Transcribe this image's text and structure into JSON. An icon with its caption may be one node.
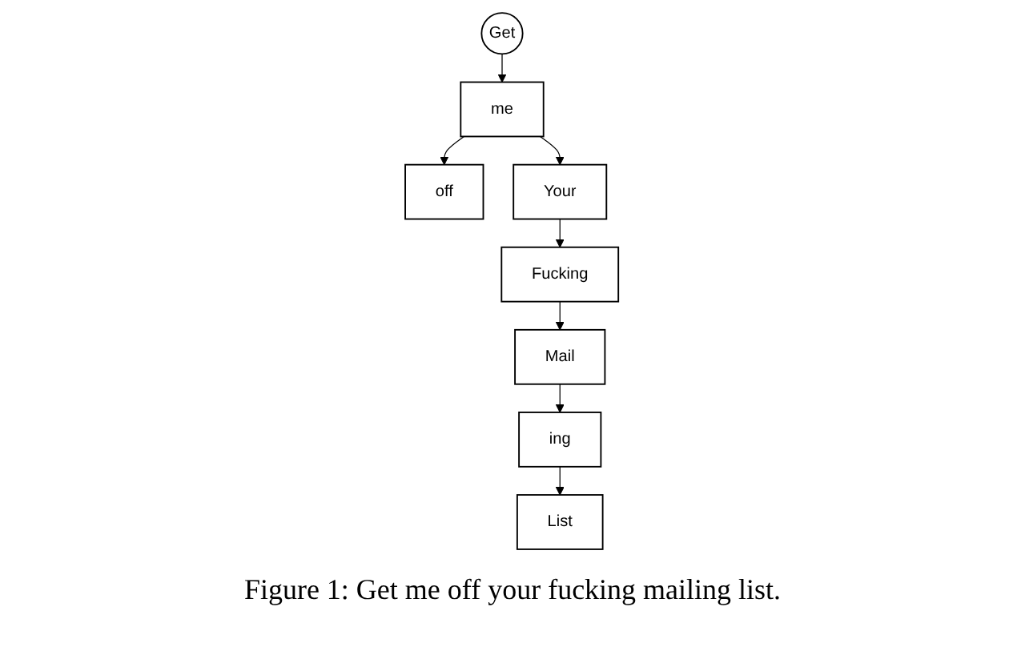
{
  "diagram": {
    "caption": "Figure 1: Get me off your fucking mailing list.",
    "nodes": [
      {
        "text": [
          "Get"
        ]
      },
      {
        "text": [
          "me"
        ]
      },
      {
        "text": [
          "off"
        ]
      },
      {
        "text": [
          "Your"
        ]
      },
      {
        "text": [
          "Fucking"
        ]
      },
      {
        "text": [
          "Mail"
        ]
      },
      {
        "text": [
          "ing"
        ]
      },
      {
        "text": [
          "List"
        ]
      }
    ],
    "edges": [
      {
        "from": 0,
        "to": 1,
        "arrow": "to"
      },
      {
        "from": 1,
        "to": 2,
        "arrow": "to"
      },
      {
        "from": 1,
        "to": 3,
        "arrow": "to"
      },
      {
        "from": 3,
        "to": 4,
        "arrow": "to"
      },
      {
        "from": 4,
        "to": 5,
        "arrow": "to"
      },
      {
        "from": 5,
        "to": 6,
        "arrow": "to"
      },
      {
        "from": 6,
        "to": 7,
        "arrow": "to"
      }
    ]
  }
}
